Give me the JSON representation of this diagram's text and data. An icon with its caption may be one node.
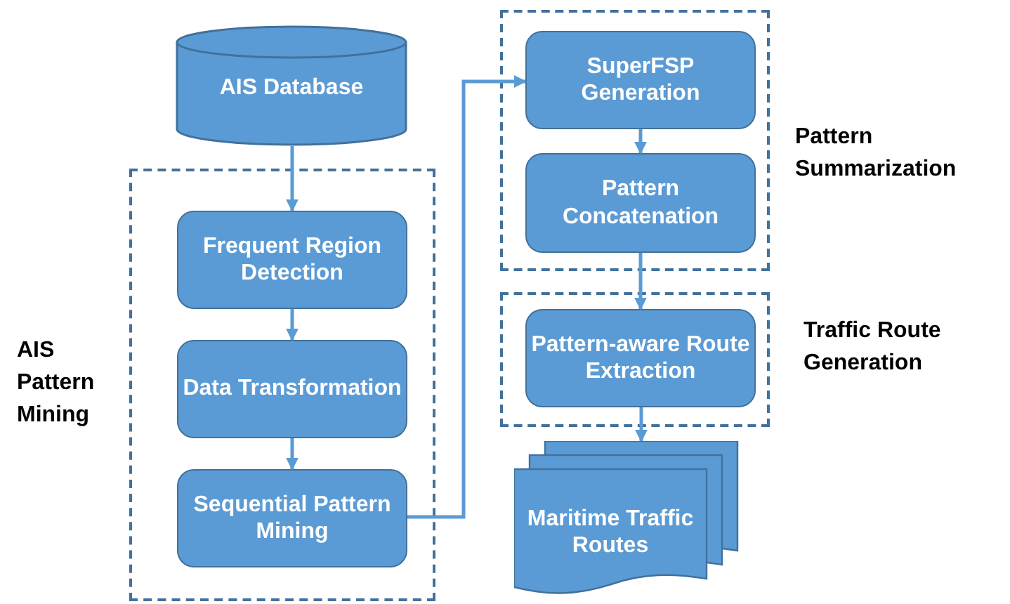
{
  "diagram": {
    "nodes": [
      {
        "text": [
          "AIS Database"
        ]
      },
      {
        "text": [
          "AIS Pattern Mining"
        ]
      },
      {
        "text": [
          "Frequent Region Detection"
        ],
        "in": 1
      },
      {
        "text": [
          "Data Transformation"
        ],
        "in": 1
      },
      {
        "text": [
          "Sequential Pattern Mining"
        ],
        "in": 1
      },
      {
        "text": [
          "Pattern Summarization"
        ]
      },
      {
        "text": [
          "SuperFSP Generation"
        ],
        "in": 5
      },
      {
        "text": [
          "Pattern Concatenation"
        ],
        "in": 5
      },
      {
        "text": [
          "Traffic Route Generation"
        ]
      },
      {
        "text": [
          "Pattern-aware Route Extraction"
        ],
        "in": 8
      },
      {
        "text": [
          "Maritime Traffic Routes"
        ]
      }
    ],
    "edges": [
      {
        "from": 0,
        "to": 2,
        "arrow": "to"
      },
      {
        "from": 2,
        "to": 3,
        "arrow": "to"
      },
      {
        "from": 3,
        "to": 4,
        "arrow": "to"
      },
      {
        "from": 4,
        "to": 6,
        "arrow": "to"
      },
      {
        "from": 6,
        "to": 7,
        "arrow": "to"
      },
      {
        "from": 7,
        "to": 9,
        "arrow": "to"
      },
      {
        "from": 9,
        "to": 10,
        "arrow": "to"
      }
    ]
  }
}
